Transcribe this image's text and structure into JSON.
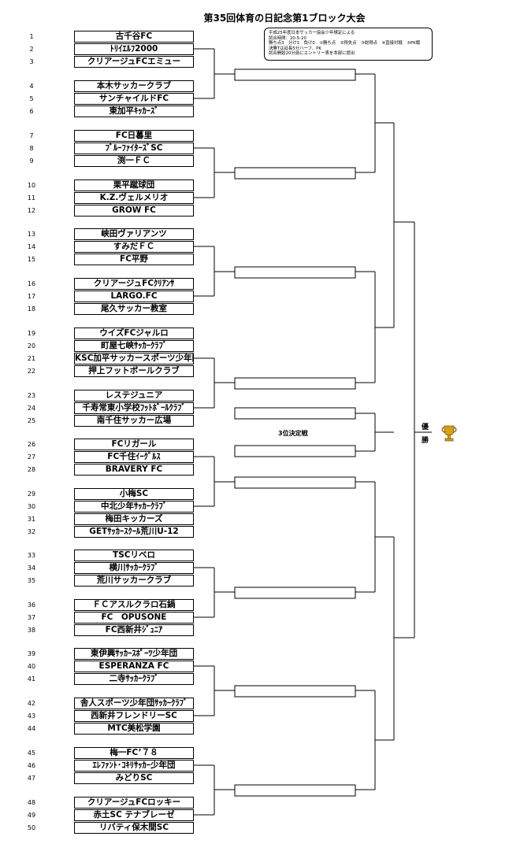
{
  "title": "第35回体育の日記念第1ブロック大会",
  "notes": [
    "平成25年度日本サッカー協会少年規定による",
    "試合時間：20-5-20",
    "勝ち点3　分け1　負け0　①勝ち点　②得失点　③総得点　④直接対戦　⑤PK戦",
    "決勝Tは延長5分ハーフ、PK",
    "試合開始20分前にエントリー表を本部に提出"
  ],
  "third_place_label": "3位決定戦",
  "champion_label_1": "優",
  "champion_label_2": "勝",
  "trophy_icon": "trophy-icon",
  "accent_color": "#d4a017",
  "teams": [
    {
      "no": "1",
      "name": "古千谷FC"
    },
    {
      "no": "2",
      "name": "ﾄﾘｲｴﾙﾌ2000"
    },
    {
      "no": "3",
      "name": "クリアージュFCエミュー"
    },
    {
      "no": "4",
      "name": "本木サッカークラブ"
    },
    {
      "no": "5",
      "name": "サンチャイルドFC"
    },
    {
      "no": "6",
      "name": "東加平ｷｯｶｰｽﾞ"
    },
    {
      "no": "7",
      "name": "FC日暮里"
    },
    {
      "no": "8",
      "name": "ﾌﾞﾙｰﾌｧｲﾀｰｽﾞSC"
    },
    {
      "no": "9",
      "name": "渕一ＦＣ"
    },
    {
      "no": "10",
      "name": "栗平蹴球団"
    },
    {
      "no": "11",
      "name": "K.Z.ヴェルメリオ"
    },
    {
      "no": "12",
      "name": "GROW FC"
    },
    {
      "no": "13",
      "name": "峡田ヴァリアンツ"
    },
    {
      "no": "14",
      "name": "すみだＦＣ"
    },
    {
      "no": "15",
      "name": "FC平野"
    },
    {
      "no": "16",
      "name": "クリアージュFCｸﾘｱﾝｻ"
    },
    {
      "no": "17",
      "name": "LARGO.FC"
    },
    {
      "no": "18",
      "name": "尾久サッカー教室"
    },
    {
      "no": "19",
      "name": "ウイズFCジャルロ"
    },
    {
      "no": "20",
      "name": "町屋七峡ｻｯｶｰｸﾗﾌﾞ"
    },
    {
      "no": "21",
      "name": "KSC加平サッカースポーツ少年団"
    },
    {
      "no": "22",
      "name": "押上フットボールクラブ"
    },
    {
      "no": "23",
      "name": "レステジュニア"
    },
    {
      "no": "24",
      "name": "千寿常東小学校ﾌｯﾄﾎﾞｰﾙｸﾗﾌﾞ"
    },
    {
      "no": "25",
      "name": "南千住サッカー広場"
    },
    {
      "no": "26",
      "name": "FCリガール"
    },
    {
      "no": "27",
      "name": "FC千住ｲｰｸﾞﾙｽ"
    },
    {
      "no": "28",
      "name": "BRAVERY FC"
    },
    {
      "no": "29",
      "name": "小梅SC"
    },
    {
      "no": "30",
      "name": "中北少年ｻｯｶｰｸﾗﾌﾞ"
    },
    {
      "no": "31",
      "name": "梅田キッカーズ"
    },
    {
      "no": "32",
      "name": "GETｻｯｶｰｽｸｰﾙ荒川U-12"
    },
    {
      "no": "33",
      "name": "TSCリベロ"
    },
    {
      "no": "34",
      "name": "横川ｻｯｶｰｸﾗﾌﾞ"
    },
    {
      "no": "35",
      "name": "荒川サッカークラブ"
    },
    {
      "no": "36",
      "name": "ＦＣアスルクラロ石鍋"
    },
    {
      "no": "37",
      "name": "FC　OPUSONE"
    },
    {
      "no": "38",
      "name": "FC西新井ｼﾞｭﾆｱ"
    },
    {
      "no": "39",
      "name": "東伊興ｻｯｶｰｽﾎﾟｰﾂ少年団"
    },
    {
      "no": "40",
      "name": "ESPERANZA FC"
    },
    {
      "no": "41",
      "name": "二寺ｻｯｶｰｸﾗﾌﾞ"
    },
    {
      "no": "42",
      "name": "舎人スポーツ少年団ｻｯｶｰｸﾗﾌﾞ"
    },
    {
      "no": "43",
      "name": "西新井フレンドリーSC"
    },
    {
      "no": "44",
      "name": "MTC美松学園"
    },
    {
      "no": "45",
      "name": "梅一FC’７８"
    },
    {
      "no": "46",
      "name": "ｴﾚﾌｧﾝﾄ･ｺｷﾘｻｯｶｰ少年団"
    },
    {
      "no": "47",
      "name": "みどりSC"
    },
    {
      "no": "48",
      "name": "クリアージュFCロッキー"
    },
    {
      "no": "49",
      "name": "赤土SC テナブレーゼ"
    },
    {
      "no": "50",
      "name": "リバティ保木間SC"
    }
  ]
}
